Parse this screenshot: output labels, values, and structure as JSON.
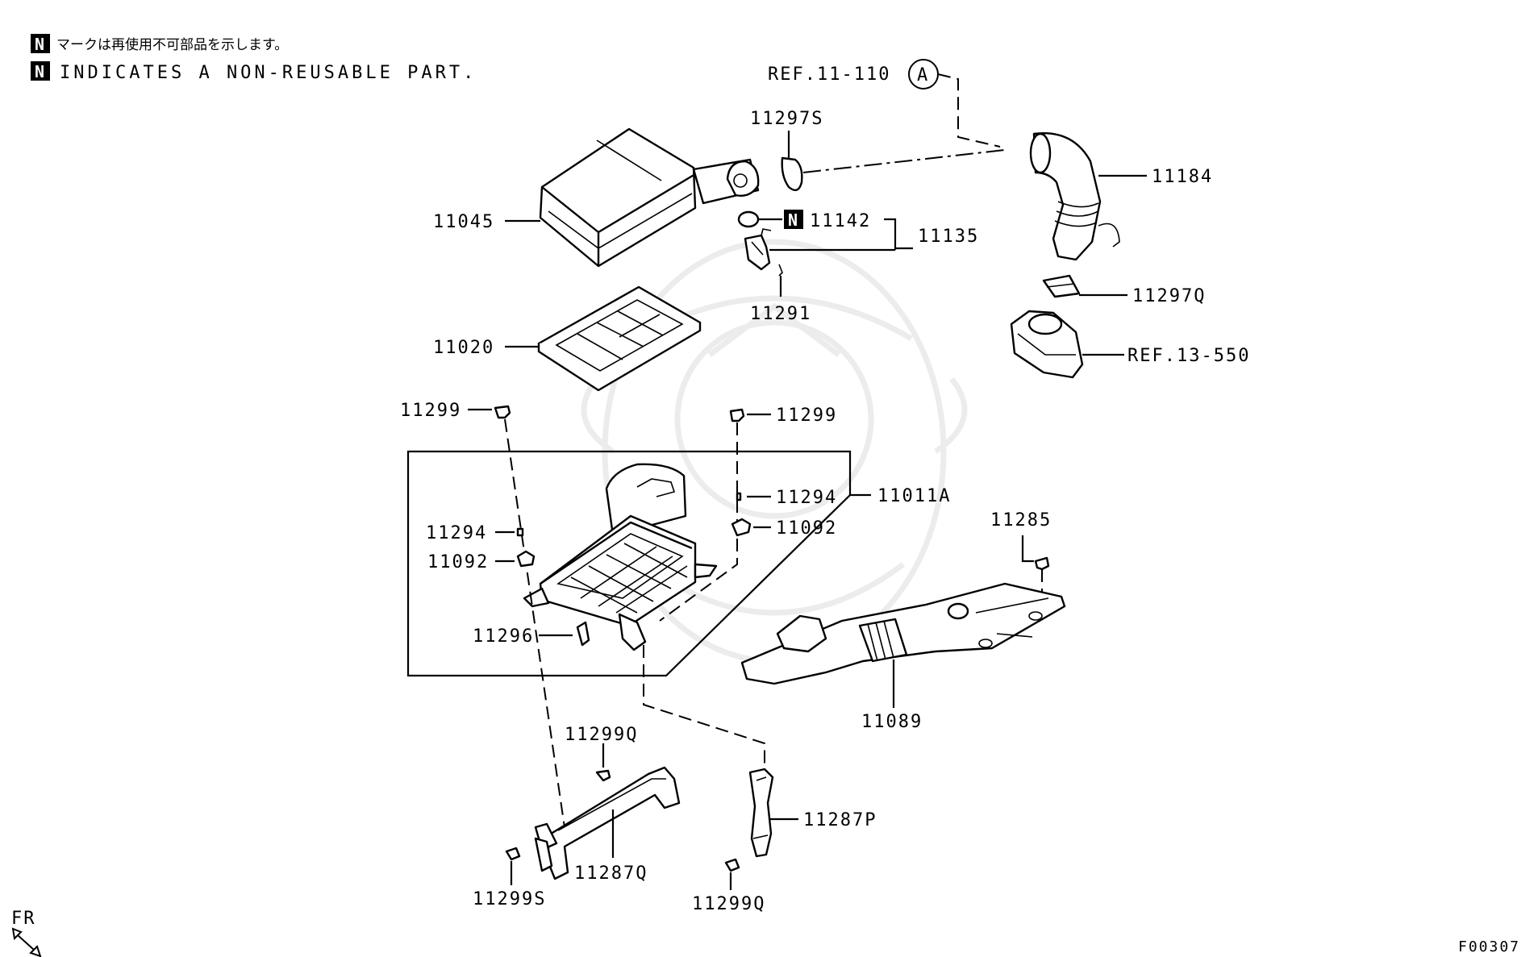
{
  "notes": {
    "badge": "N",
    "japanese": "マークは再使用不可部品を示します。",
    "english": "INDICATES A NON-REUSABLE PART."
  },
  "refs": {
    "ref_11_110": "REF.11-110",
    "ref_11_110_circle": "A",
    "ref_13_550": "REF.13-550"
  },
  "labels": {
    "p11297S": "11297S",
    "p11184": "11184",
    "p11045": "11045",
    "p11142": "11142",
    "p11135": "11135",
    "p11291": "11291",
    "p11297Q": "11297Q",
    "p11020": "11020",
    "p11299_left": "11299",
    "p11299_right": "11299",
    "p11294_right": "11294",
    "p11011A": "11011A",
    "p11294_left": "11294",
    "p11092_right": "11092",
    "p11092_left": "11092",
    "p11285": "11285",
    "p11296": "11296",
    "p11089": "11089",
    "p11299Q_top": "11299Q",
    "p11287P": "11287P",
    "p11287Q": "11287Q",
    "p11299S": "11299S",
    "p11299Q_bottom": "11299Q"
  },
  "direction": {
    "label": "FR"
  },
  "figure_code": "F00307"
}
